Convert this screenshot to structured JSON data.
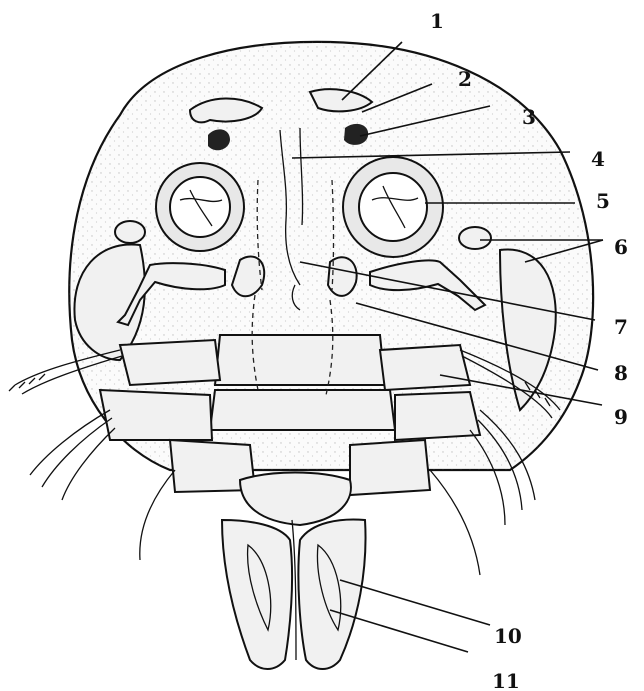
{
  "labels": [
    "1",
    "2",
    "3",
    "4",
    "5",
    "6",
    "7",
    "8",
    "9",
    "10",
    "11"
  ]
}
